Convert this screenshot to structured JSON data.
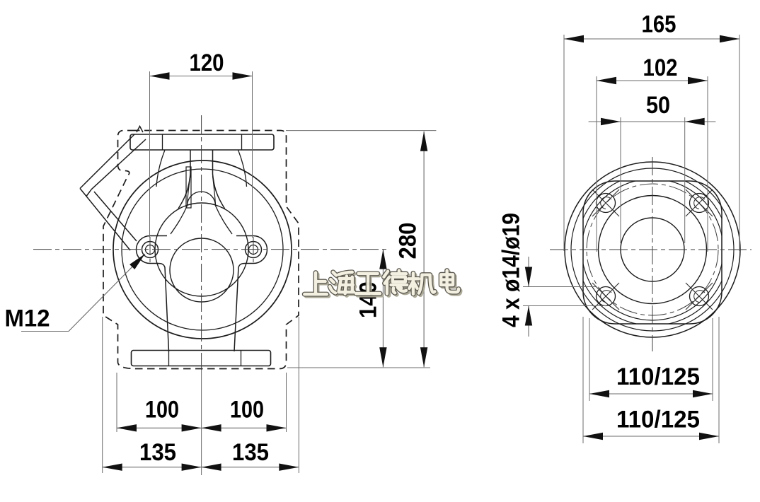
{
  "drawing": {
    "type": "pump dimensional drawing",
    "watermark": {
      "text": "上海工德机电"
    },
    "front_view": {
      "name": "front-view",
      "labels": {
        "dim_port_bolt_spacing": "120",
        "dim_overall_height": "280",
        "dim_center_height": "140",
        "dim_foot_inner_left": "100",
        "dim_foot_inner_right": "100",
        "dim_foot_outer_left": "135",
        "dim_foot_outer_right": "135",
        "thread_label": "M12"
      }
    },
    "end_view": {
      "name": "end-view",
      "labels": {
        "dim_outer_diameter": "165",
        "dim_hub_diameter": "102",
        "dim_bore_diameter": "50",
        "holes_label": "4 x ø14/ø19",
        "dim_bolt_circle_upper": "110/125",
        "dim_bolt_circle_lower": "110/125"
      }
    }
  }
}
